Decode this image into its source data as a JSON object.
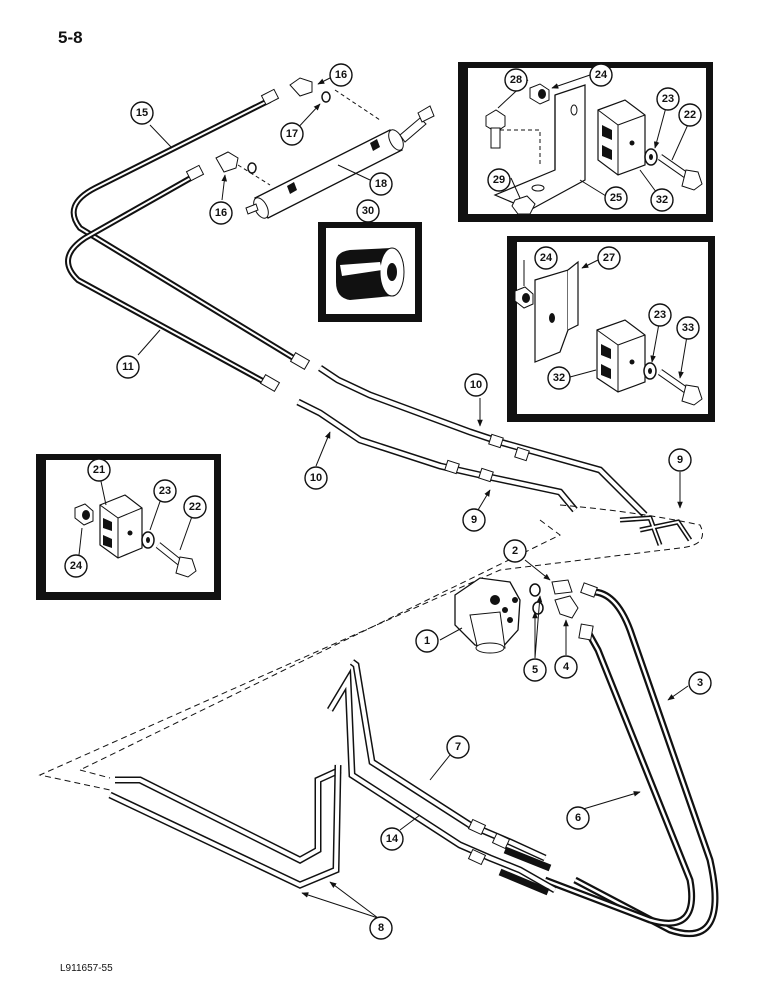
{
  "page": {
    "number": "5-8",
    "figure_code": "L911657-55"
  },
  "callouts": {
    "c1": "1",
    "c2": "2",
    "c3": "3",
    "c4": "4",
    "c5": "5",
    "c6": "6",
    "c7": "7",
    "c8": "8",
    "c9a": "9",
    "c9b": "9",
    "c10a": "10",
    "c10b": "10",
    "c11": "11",
    "c14": "14",
    "c15": "15",
    "c16a": "16",
    "c16b": "16",
    "c17": "17",
    "c18": "18",
    "c30": "30",
    "i1_24": "24",
    "i1_28": "28",
    "i1_23": "23",
    "i1_22": "22",
    "i1_29": "29",
    "i1_25": "25",
    "i1_32": "32",
    "i2_24": "24",
    "i2_27": "27",
    "i2_23": "23",
    "i2_33": "33",
    "i2_32": "32",
    "i3_21": "21",
    "i3_23": "23",
    "i3_22": "22",
    "i3_24": "24"
  },
  "colors": {
    "ink": "#111111",
    "paper": "#ffffff"
  }
}
